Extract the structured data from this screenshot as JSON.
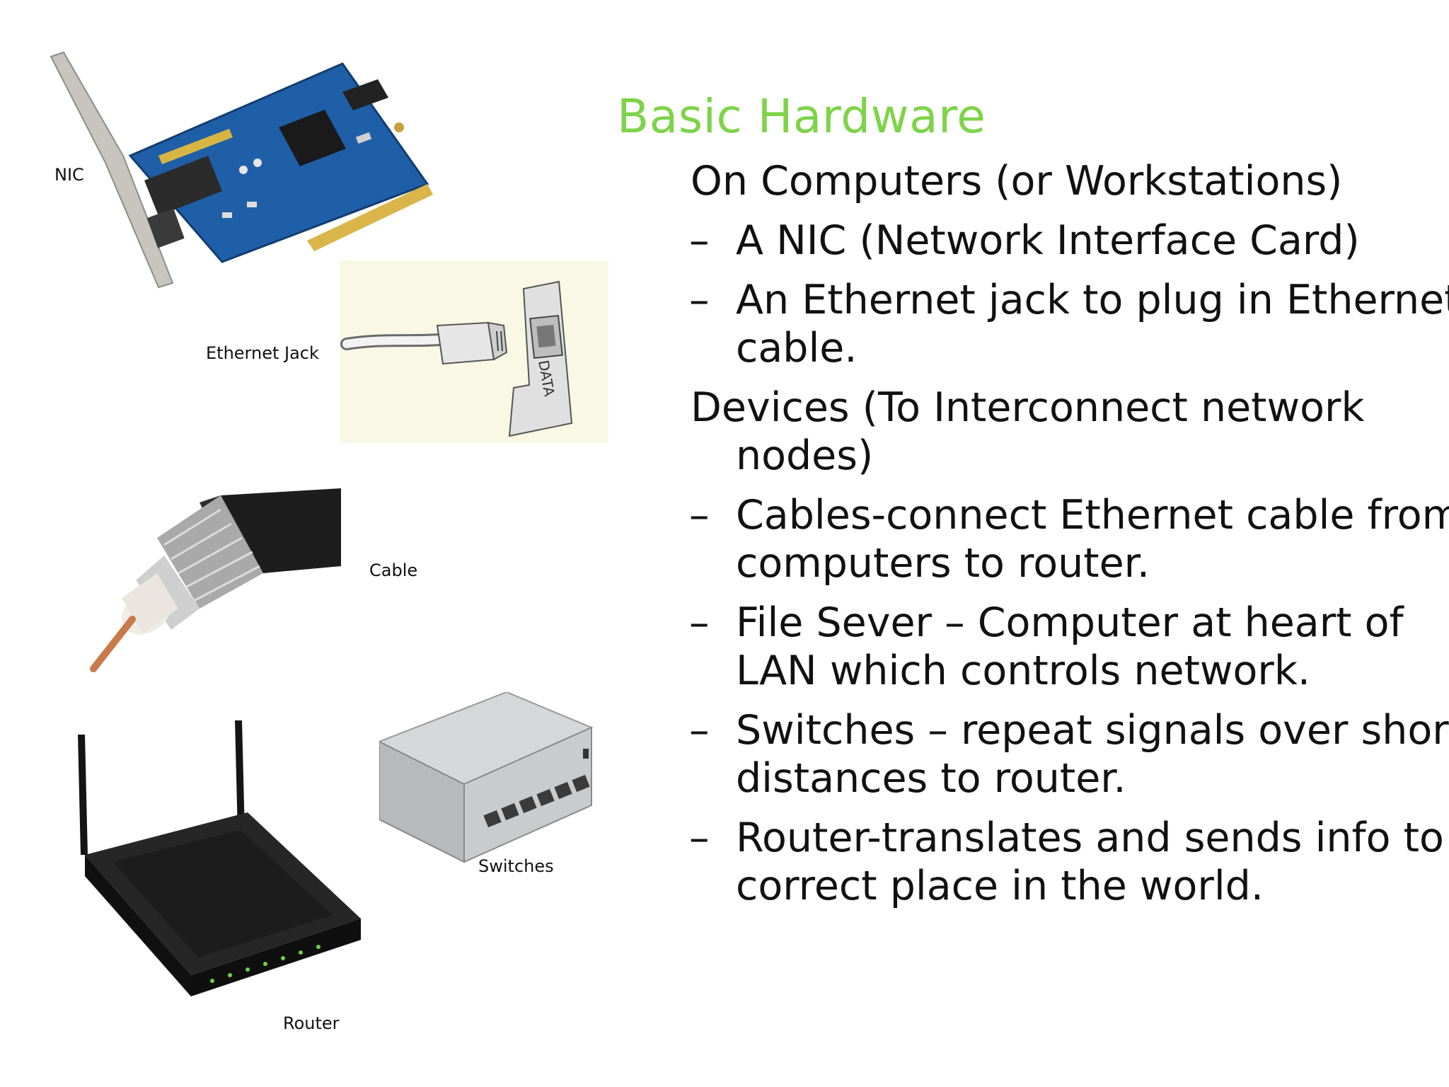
{
  "slide": {
    "title": "Basic Hardware",
    "heading_1": "On Computers (or Workstations)",
    "items_1": [
      {
        "dash": "–",
        "lines": [
          "A NIC (Network Interface Card)"
        ]
      },
      {
        "dash": "–",
        "lines": [
          "An Ethernet jack to plug in Ethernet",
          "cable."
        ]
      }
    ],
    "heading_2": [
      "Devices (To Interconnect network",
      "nodes)"
    ],
    "items_2": [
      {
        "dash": "–",
        "lines": [
          "Cables-connect Ethernet cable from",
          "computers to router."
        ]
      },
      {
        "dash": "–",
        "lines": [
          "File Sever – Computer at heart of",
          "LAN which controls network."
        ]
      },
      {
        "dash": "–",
        "lines": [
          "Switches – repeat signals over short",
          "distances to router."
        ]
      },
      {
        "dash": "–",
        "lines": [
          "Router-translates and sends info to",
          "correct place in the world."
        ]
      }
    ]
  },
  "figures": {
    "nic": {
      "caption": "NIC",
      "icon": "network-card-image"
    },
    "jack": {
      "caption": "Ethernet Jack",
      "icon": "ethernet-jack-image",
      "plate_text": "DATA"
    },
    "cable": {
      "caption": "Cable",
      "icon": "coaxial-cable-image"
    },
    "switches": {
      "caption": "Switches",
      "icon": "network-switch-image"
    },
    "router": {
      "caption": "Router",
      "icon": "wireless-router-image"
    }
  },
  "colors": {
    "title": "#7fd34a",
    "text": "#111111",
    "pcb": "#1f5fa8",
    "router_body": "#1c1c1c",
    "switch_body": "#c9cbcc"
  }
}
